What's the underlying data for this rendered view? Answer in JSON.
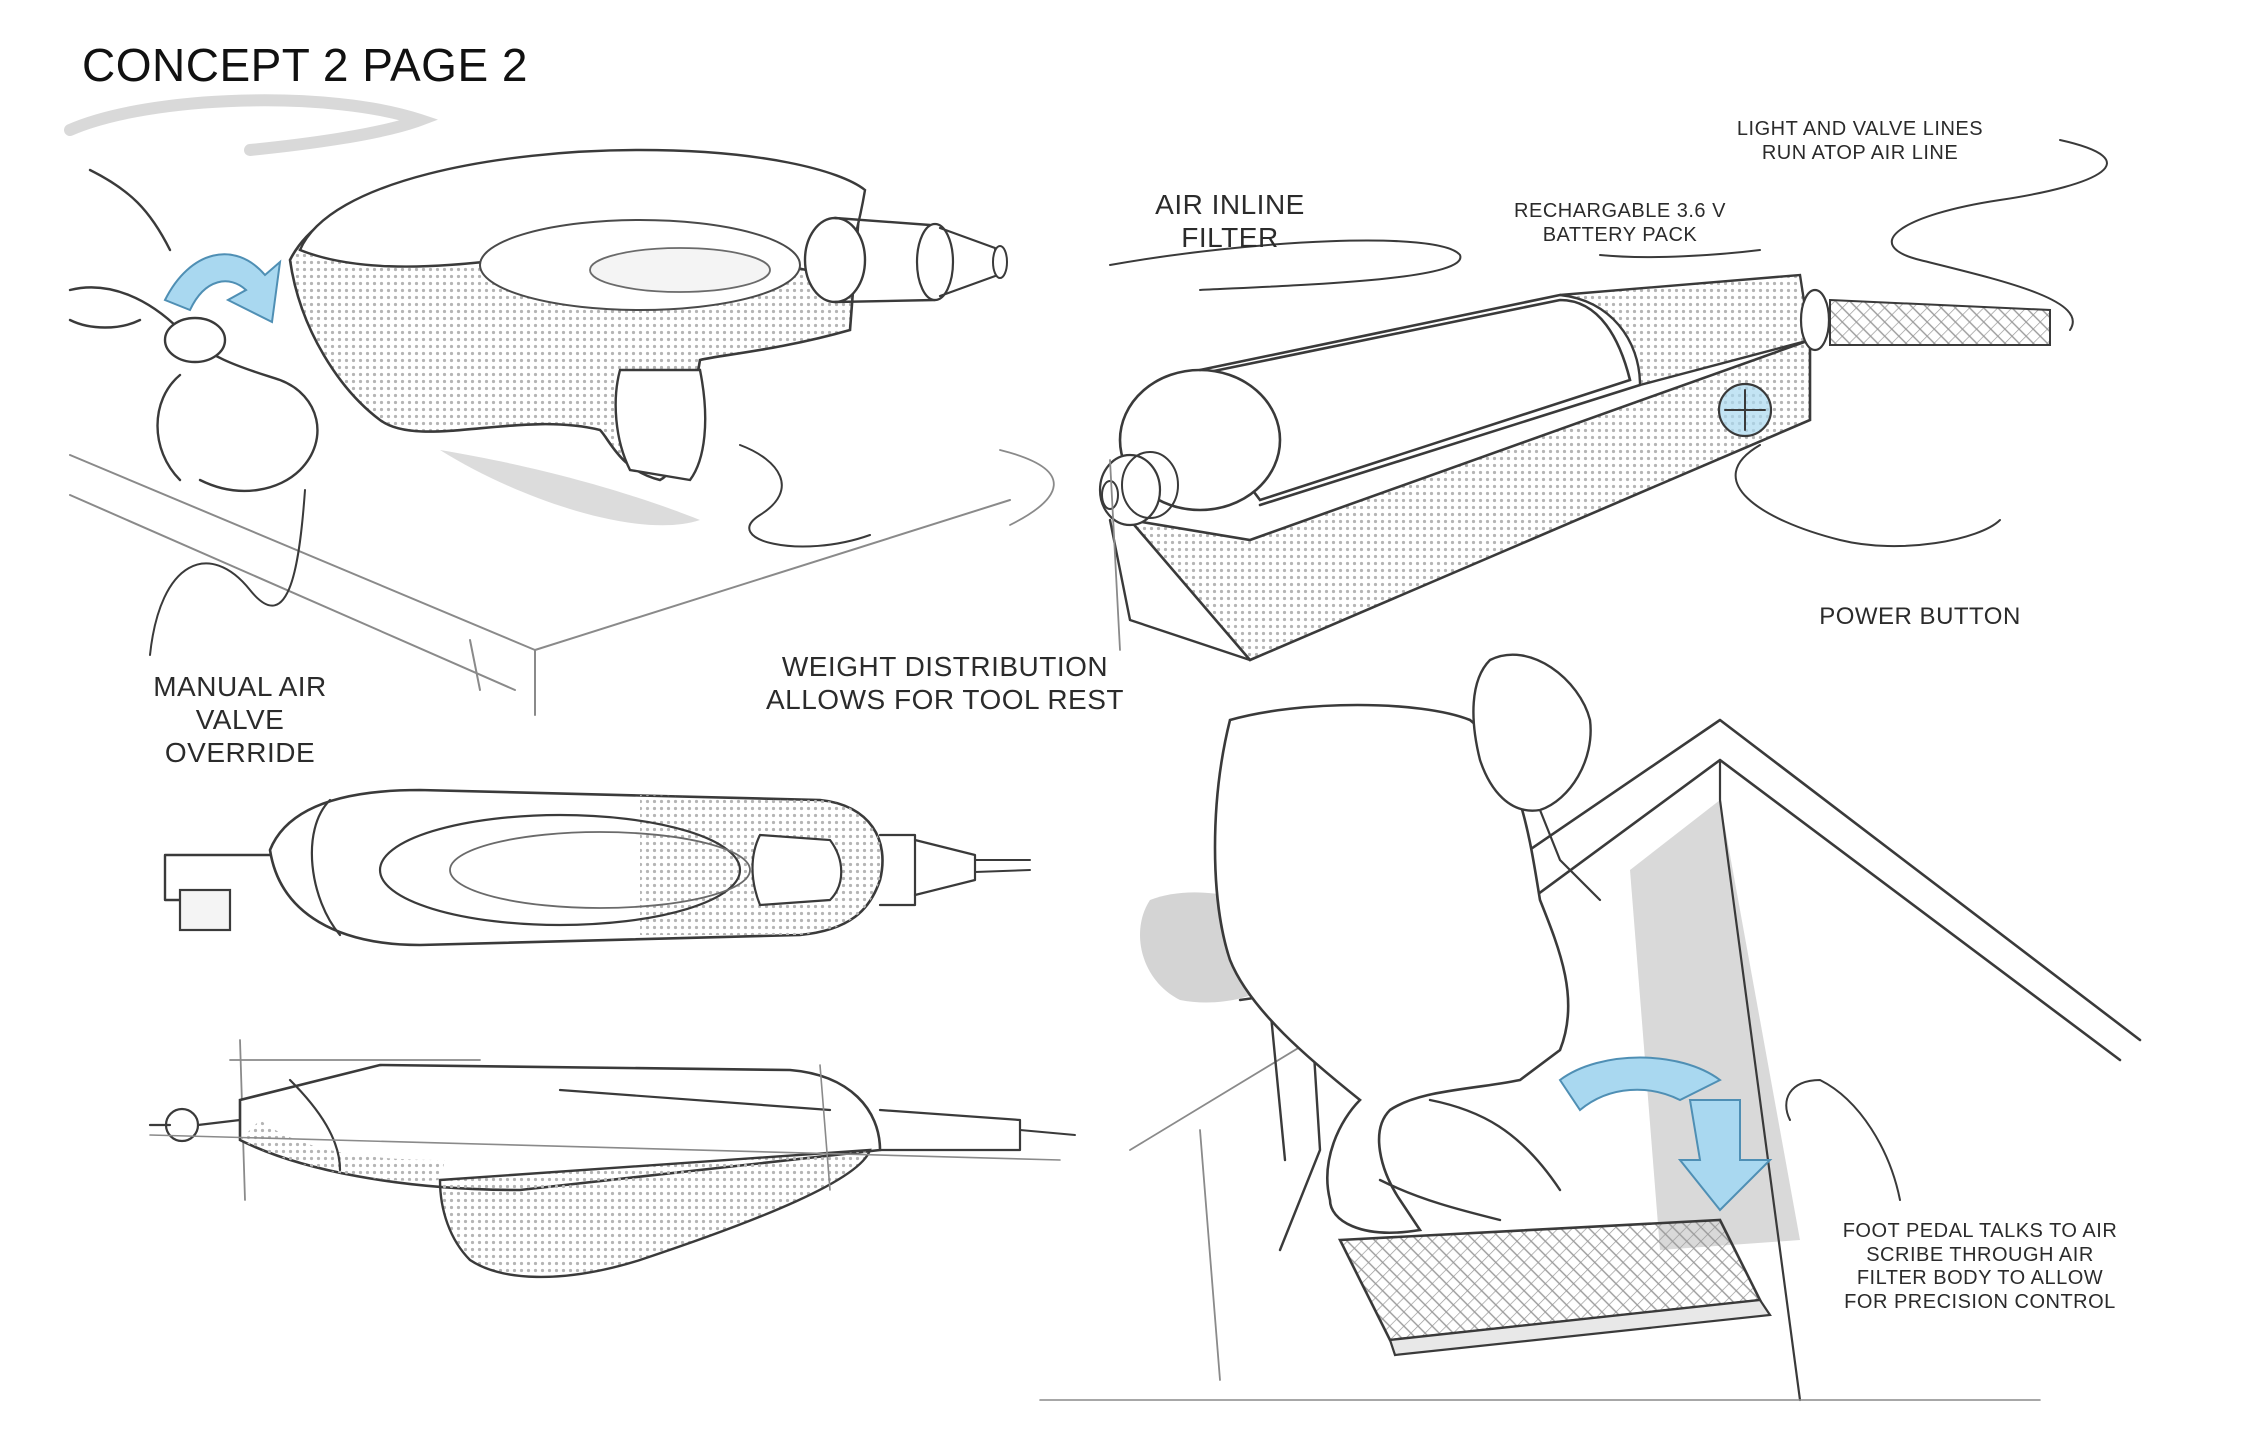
{
  "page": {
    "title": "CONCEPT 2 PAGE 2"
  },
  "labels": {
    "manual_air_1": "MANUAL AIR",
    "manual_air_2": "VALVE OVERRIDE",
    "weight_1": "WEIGHT DISTRIBUTION",
    "weight_2": "ALLOWS FOR TOOL REST",
    "air_filter": "AIR INLINE FILTER",
    "battery_1": "RECHARGABLE 3.6 V",
    "battery_2": "BATTERY PACK",
    "light_valve_1": "LIGHT AND VALVE LINES",
    "light_valve_2": "RUN ATOP AIR LINE",
    "power_button": "POWER BUTTON",
    "foot_1": "FOOT PEDAL TALKS TO AIR",
    "foot_2": "SCRIBE THROUGH AIR",
    "foot_3": "FILTER BODY TO ALLOW",
    "foot_4": "FOR PRECISION CONTROL"
  },
  "colors": {
    "accent_blue": "#a9d8f0",
    "ink": "#2b2b2b",
    "shade": "#d9d9d9",
    "paper": "#ffffff"
  }
}
